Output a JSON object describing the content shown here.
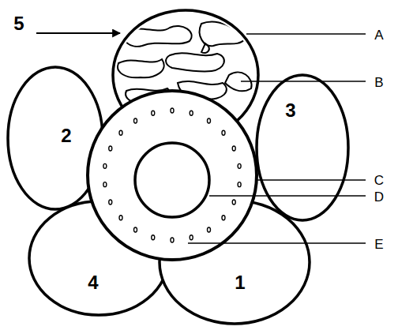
{
  "diagram": {
    "labels": [
      "5",
      "A",
      "B",
      "2",
      "3",
      "C",
      "D",
      "E",
      "4",
      "1"
    ]
  }
}
